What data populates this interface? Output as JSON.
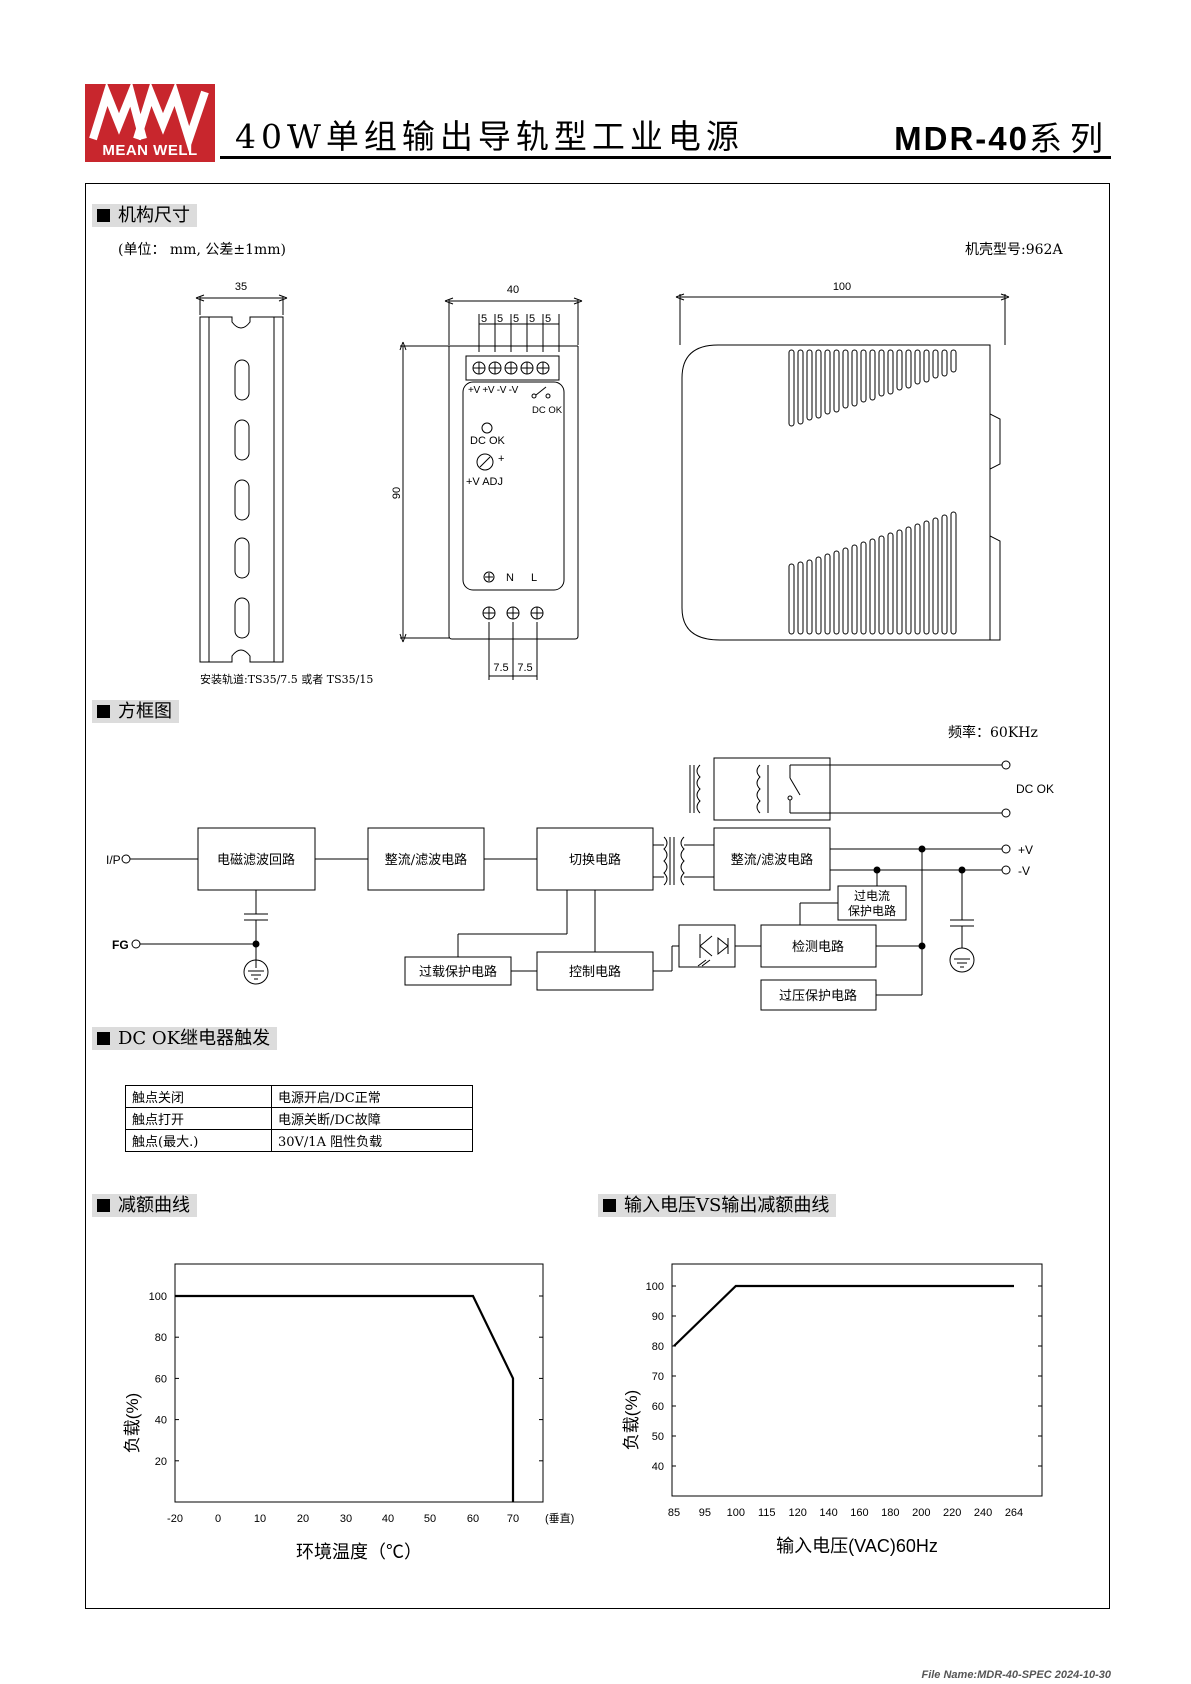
{
  "header": {
    "brand_logo_text": "MEAN WELL",
    "title": "40W单组输出导轨型工业电源",
    "series_model": "MDR-40",
    "series_suffix": "系列"
  },
  "sections": {
    "dimensions": "机构尺寸",
    "block_diagram": "方框图",
    "dc_ok": "DC OK继电器触发",
    "derating": "减额曲线",
    "input_derating": "输入电压VS输出减额曲线"
  },
  "dimensions": {
    "unit_note": "(单位： mm, 公差±1mm)",
    "case_no": "机壳型号:962A",
    "width_side": "35",
    "width_front": "40",
    "length": "100",
    "height": "90",
    "terminal_pitch": [
      "5",
      "5",
      "5",
      "5",
      "5"
    ],
    "input_pitch": [
      "7.5",
      "7.5"
    ],
    "output_terms": "+V +V -V -V",
    "dcok_label": "DC OK",
    "dcok_led": "DC OK",
    "vadj_plus": "+",
    "vadj_label": "+V ADJ",
    "terminal_n": "N",
    "terminal_l": "L",
    "rail_note": "安装轨道:TS35/7.5 或者 TS35/15"
  },
  "block": {
    "freq": "频率：60KHz",
    "ip": "I/P",
    "fg": "FG",
    "emi": "电磁滤波回路",
    "rect1": "整流/滤波电路",
    "switch": "切换电路",
    "rect2": "整流/滤波电路",
    "ocp1": "过电流",
    "ocp2": "保护电路",
    "detect": "检测电路",
    "control": "控制电路",
    "olp": "过载保护电路",
    "ovp": "过压保护电路",
    "dcok": "DC OK",
    "vplus": "+V",
    "vminus": "-V"
  },
  "dc_ok_table": [
    [
      "触点关闭",
      "电源开启/DC正常"
    ],
    [
      "触点打开",
      "电源关断/DC故障"
    ],
    [
      "触点(最大.)",
      "30V/1A 阻性负载"
    ]
  ],
  "footer": {
    "file_name": "File Name:MDR-40-SPEC   2024-10-30"
  },
  "chart_data": [
    {
      "type": "line",
      "xlabel": "环境温度（℃）",
      "ylabel": "负载(%)",
      "x_ticks": [
        "-20",
        "0",
        "10",
        "20",
        "30",
        "40",
        "50",
        "60",
        "70"
      ],
      "x_tick_suffix": "(垂直)",
      "y_ticks": [
        "20",
        "40",
        "60",
        "80",
        "100"
      ],
      "series": [
        {
          "x": [
            -20,
            60,
            70,
            70
          ],
          "y": [
            100,
            100,
            60,
            0
          ]
        }
      ]
    },
    {
      "type": "line",
      "xlabel": "输入电压(VAC)60Hz",
      "ylabel": "负载(%)",
      "x_ticks": [
        "85",
        "95",
        "100",
        "115",
        "120",
        "140",
        "160",
        "180",
        "200",
        "220",
        "240",
        "264"
      ],
      "y_ticks": [
        "40",
        "50",
        "60",
        "70",
        "80",
        "90",
        "100"
      ],
      "series": [
        {
          "x": [
            85,
            100,
            264
          ],
          "y": [
            80,
            100,
            100
          ]
        }
      ]
    }
  ]
}
